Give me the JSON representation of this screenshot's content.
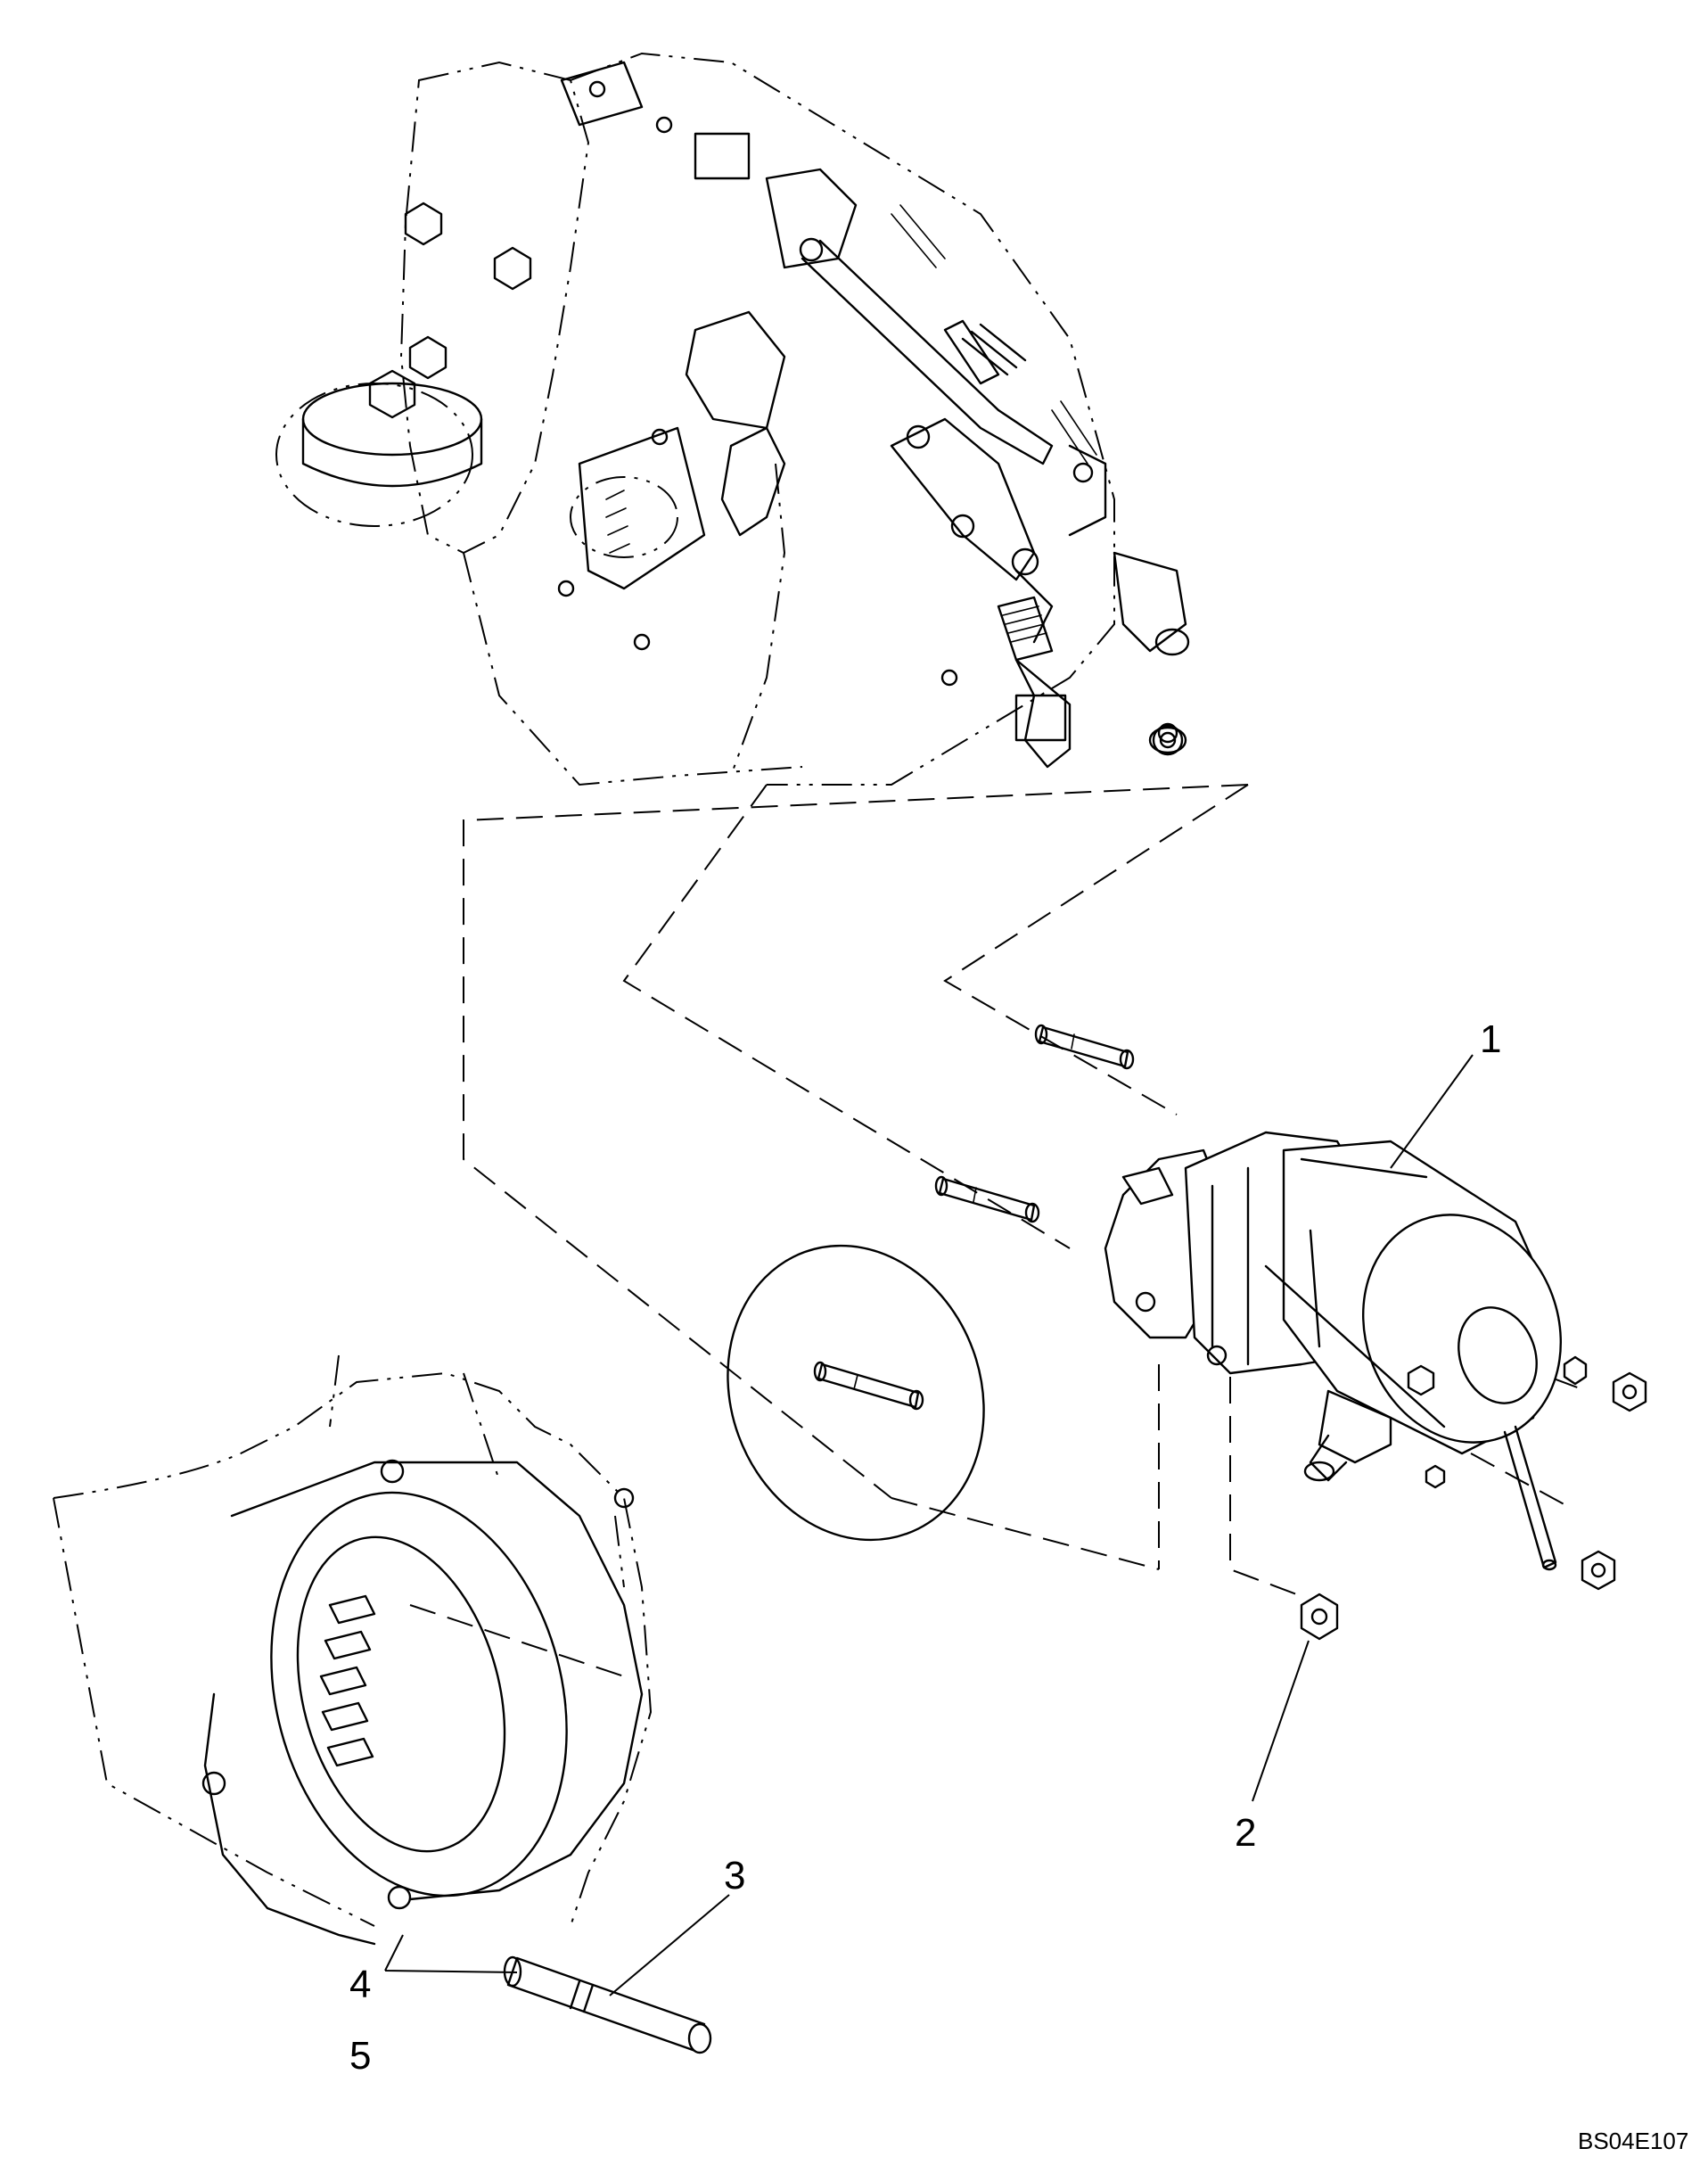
{
  "callouts": {
    "c1": "1",
    "c2": "2",
    "c3": "3",
    "c4": "4",
    "c5": "5"
  },
  "drawing_code": "BS04E107"
}
